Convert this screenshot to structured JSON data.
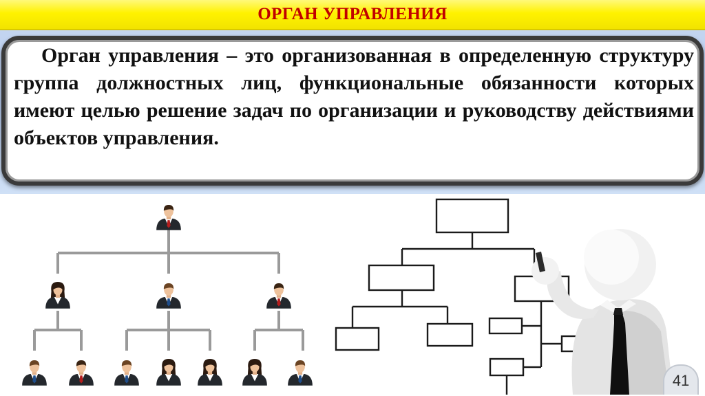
{
  "slide": {
    "title": "ОРГАН УПРАВЛЕНИЯ",
    "definition": "Орган управления – это организованная в определенную структуру группа должностных лиц, функциональные обязанности которых имеют целью решение задач по организации и руководству действиями объектов управления.",
    "page_number": "41"
  },
  "colors": {
    "title_bar": "#fff200",
    "title_text": "#c00000",
    "top_background": "#b4c9ec",
    "box_border": "#3a3a3a"
  },
  "illustrations": {
    "left": "org-chart-people-icons",
    "right": "man-drawing-flowchart"
  }
}
